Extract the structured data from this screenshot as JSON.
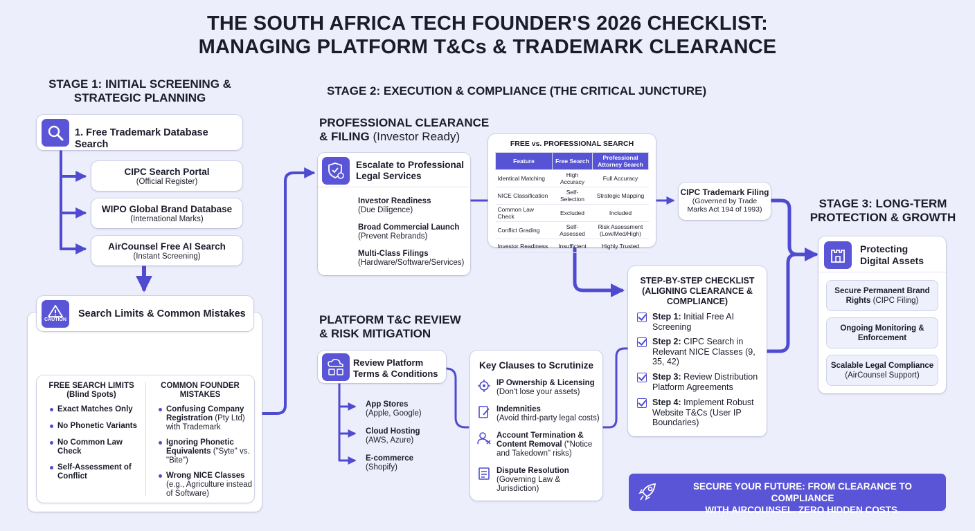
{
  "title": {
    "line1": "THE SOUTH AFRICA TECH FOUNDER'S 2026 CHECKLIST:",
    "line2": "MANAGING PLATFORM T&Cs & TRADEMARK CLEARANCE"
  },
  "stage1": {
    "heading_line1": "STAGE 1: INITIAL SCREENING &",
    "heading_line2": "STRATEGIC PLANNING",
    "search_card": "1. Free Trademark Database Search",
    "sources": [
      {
        "title": "CIPC Search Portal",
        "sub": "(Official Register)"
      },
      {
        "title": "WIPO Global Brand Database",
        "sub": "(International Marks)"
      },
      {
        "title": "AirCounsel Free AI Search",
        "sub": "(Instant Screening)"
      }
    ],
    "limits_card": "Search Limits & Common Mistakes",
    "caution_label": "CAUTION",
    "free_limits": {
      "heading_line1": "FREE SEARCH LIMITS",
      "heading_line2": "(Blind Spots)",
      "items": [
        "Exact Matches Only",
        "No Phonetic Variants",
        "No Common Law Check",
        "Self-Assessment of Conflict"
      ]
    },
    "mistakes": {
      "heading_line1": "COMMON FOUNDER",
      "heading_line2": "MISTAKES",
      "items": [
        {
          "bold": "Confusing Company Registration",
          "rest": " (Pty Ltd) with Trademark"
        },
        {
          "bold": "Ignoring Phonetic Equivalents",
          "rest": " (\"Syte\" vs. \"Bite\")"
        },
        {
          "bold": "Wrong NICE Classes",
          "rest": " (e.g., Agriculture instead of Software)"
        }
      ]
    }
  },
  "stage2": {
    "heading": "STAGE 2: EXECUTION & COMPLIANCE (THE CRITICAL JUNCTURE)",
    "pro": {
      "heading_line1": "PROFESSIONAL CLEARANCE",
      "heading_line2_bold": "& FILING",
      "heading_line2_light": " (Investor Ready)",
      "card_line1": "Escalate to Professional",
      "card_line2": "Legal Services",
      "items": [
        {
          "title": "Investor Readiness",
          "sub": "(Due Diligence)"
        },
        {
          "title": "Broad Commercial Launch",
          "sub": "(Prevent Rebrands)"
        },
        {
          "title": "Multi-Class Filings",
          "sub": "(Hardware/Software/Services)"
        }
      ]
    },
    "comparison": {
      "title": "FREE vs. PROFESSIONAL SEARCH",
      "headers": [
        "Feature",
        "Free Search",
        "Professional Attorney Search"
      ],
      "rows": [
        [
          "Identical Matching",
          "High Accuracy",
          "Full Accuracy"
        ],
        [
          "NICE Classification",
          "Self-Selection",
          "Strategic Mapping"
        ],
        [
          "Common Law Check",
          "Excluded",
          "Included"
        ],
        [
          "Conflict Grading",
          "Self-Assessed",
          "Risk Assessment (Low/Med/High)"
        ],
        [
          "Investor Readiness",
          "Insufficient",
          "Highly Trusted"
        ]
      ]
    },
    "cipc_filing": {
      "title": "CIPC Trademark Filing",
      "sub": "(Governed by Trade Marks Act 194 of 1993)"
    },
    "tc": {
      "heading_line1": "PLATFORM T&C REVIEW",
      "heading_line2": "& RISK MITIGATION",
      "card_line1": "Review Platform",
      "card_line2": "Terms & Conditions",
      "items": [
        {
          "title": "App Stores",
          "sub": "(Apple, Google)"
        },
        {
          "title": "Cloud Hosting",
          "sub": "(AWS, Azure)"
        },
        {
          "title": "E-commerce",
          "sub": "(Shopify)"
        }
      ]
    },
    "key_clauses": {
      "title": "Key Clauses to Scrutinize",
      "items": [
        {
          "bold": "IP Ownership & Licensing",
          "rest": "(Don't lose your assets)"
        },
        {
          "bold": "Indemnities",
          "rest": "(Avoid third-party legal costs)"
        },
        {
          "bold": "Account Termination & Content Removal",
          "rest": " (\"Notice and Takedown\" risks)"
        },
        {
          "bold": "Dispute Resolution",
          "rest": "(Governing Law & Jurisdiction)"
        }
      ]
    },
    "checklist": {
      "title_line1": "STEP-BY-STEP CHECKLIST",
      "title_line2": "(ALIGNING CLEARANCE &",
      "title_line3": "COMPLIANCE)",
      "steps": [
        {
          "bold": "Step 1:",
          "rest": " Initial Free AI Screening"
        },
        {
          "bold": "Step 2:",
          "rest": " CIPC Search in Relevant NICE Classes (9, 35, 42)"
        },
        {
          "bold": "Step 3:",
          "rest": " Review Distribution Platform Agreements"
        },
        {
          "bold": "Step 4:",
          "rest": " Implement Robust Website T&Cs (User IP Boundaries)"
        }
      ]
    }
  },
  "stage3": {
    "heading_line1": "STAGE 3: LONG-TERM",
    "heading_line2": "PROTECTION & GROWTH",
    "card_line1": "Protecting",
    "card_line2": "Digital Assets",
    "items": [
      {
        "bold": "Secure Permanent Brand Rights",
        "rest": " (CIPC Filing)"
      },
      {
        "bold": "Ongoing Monitoring & Enforcement",
        "rest": ""
      },
      {
        "bold": "Scalable Legal Compliance",
        "rest": " (AirCounsel Support)"
      }
    ]
  },
  "cta": {
    "line1": "SECURE YOUR FUTURE: FROM CLEARANCE TO COMPLIANCE",
    "line2": "WITH AIRCOUNSEL. ZERO HIDDEN COSTS."
  },
  "colors": {
    "accent": "#5a55d6",
    "background": "#eceefb",
    "connector": "#4f4bd0"
  }
}
